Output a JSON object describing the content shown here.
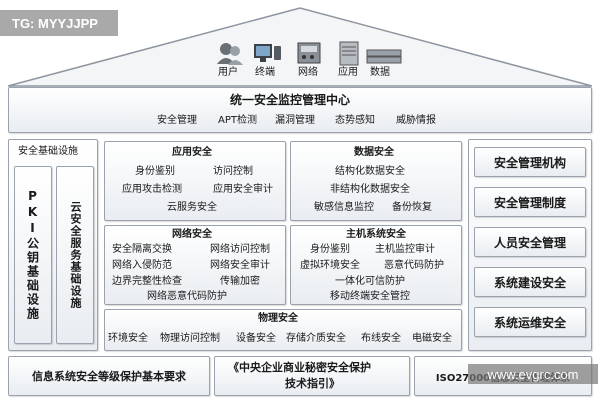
{
  "watermark_tag": "TG: MYYJJPP",
  "roof": {
    "items": [
      {
        "label": "用户",
        "icon": "user-icon"
      },
      {
        "label": "终端",
        "icon": "terminal-icon"
      },
      {
        "label": "网络",
        "icon": "network-icon"
      },
      {
        "label": "应用",
        "icon": "application-icon"
      },
      {
        "label": "数据",
        "icon": "data-icon"
      }
    ]
  },
  "monitor_center": {
    "title": "统一安全监控管理中心",
    "items": [
      "安全管理",
      "APT检测",
      "漏洞管理",
      "态势感知",
      "威胁情报"
    ]
  },
  "left": {
    "title": "安全基础设施",
    "col1": "PKI公钥基础设施",
    "col2": "云安全服务基础设施"
  },
  "app_security": {
    "title": "应用安全",
    "rows": [
      [
        "身份鉴别",
        "访问控制"
      ],
      [
        "应用攻击检测",
        "应用安全审计"
      ],
      [
        "云服务安全"
      ]
    ]
  },
  "data_security": {
    "title": "数据安全",
    "rows": [
      [
        "结构化数据安全"
      ],
      [
        "非结构化数据安全"
      ],
      [
        "敏感信息监控",
        "备份恢复"
      ]
    ]
  },
  "network_security": {
    "title": "网络安全",
    "rows": [
      [
        "安全隔离交换",
        "网络访问控制"
      ],
      [
        "网络入侵防范",
        "网络安全审计"
      ],
      [
        "边界完整性检查",
        "传输加密"
      ],
      [
        "网络恶意代码防护"
      ]
    ]
  },
  "host_security": {
    "title": "主机系统安全",
    "rows": [
      [
        "身份鉴别",
        "主机监控审计"
      ],
      [
        "虚拟环境安全",
        "恶意代码防护"
      ],
      [
        "一体化可信防护"
      ],
      [
        "移动终端安全管控"
      ]
    ]
  },
  "physical_security": {
    "title": "物理安全",
    "items": [
      "环境安全",
      "物理访问控制",
      "设备安全",
      "存储介质安全",
      "布线安全",
      "电磁安全"
    ]
  },
  "right_items": [
    "安全管理机构",
    "安全管理制度",
    "人员安全管理",
    "系统建设安全",
    "系统运维安全"
  ],
  "bottom": {
    "left": "信息系统安全等级保护基本要求",
    "middle_line1": "《中央企业商业秘密安全保护",
    "middle_line2": "技术指引》",
    "right": "ISO27000信息安全管理体系"
  },
  "site_watermark": "www.evgrc.com"
}
